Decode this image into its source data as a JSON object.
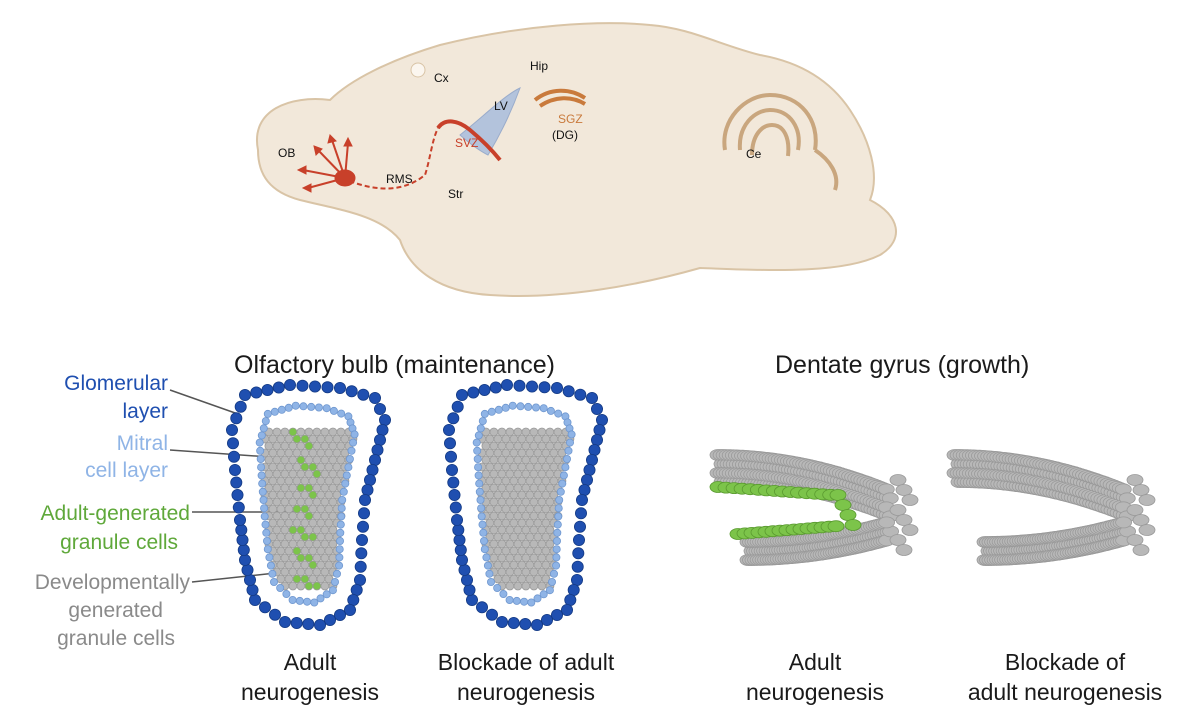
{
  "colors": {
    "brain_fill": "#f2e8da",
    "brain_stroke": "#d9c4a6",
    "svz_red": "#c8402a",
    "sgz_orange": "#c97a3c",
    "lv_blue": "#b3c3dc",
    "glomerular_blue": "#1f4fb0",
    "mitral_light_blue": "#8fb4e6",
    "adult_green": "#7cc44a",
    "dev_gray": "#b8b8b8",
    "label_gray": "#8a8a8a"
  },
  "brain": {
    "labels": {
      "cx": "Cx",
      "hip": "Hip",
      "lv": "LV",
      "sgz": "SGZ",
      "dg": "(DG)",
      "svz": "SVZ",
      "ob": "OB",
      "rms": "RMS",
      "str": "Str",
      "ce": "Ce"
    }
  },
  "olfactory": {
    "title": "Olfactory bulb (maintenance)",
    "legend": {
      "glomerular_1": "Glomerular",
      "glomerular_2": "layer",
      "mitral_1": "Mitral",
      "mitral_2": "cell layer",
      "adult_1": "Adult-generated",
      "adult_2": "granule cells",
      "dev_1": "Developmentally",
      "dev_2": "generated",
      "dev_3": "granule cells"
    },
    "caption_left_1": "Adult",
    "caption_left_2": "neurogenesis",
    "caption_right_1": "Blockade of adult",
    "caption_right_2": "neurogenesis"
  },
  "dentate": {
    "title": "Dentate gyrus (growth)",
    "caption_left_1": "Adult",
    "caption_left_2": "neurogenesis",
    "caption_right_1": "Blockade of",
    "caption_right_2": "adult neurogenesis"
  }
}
